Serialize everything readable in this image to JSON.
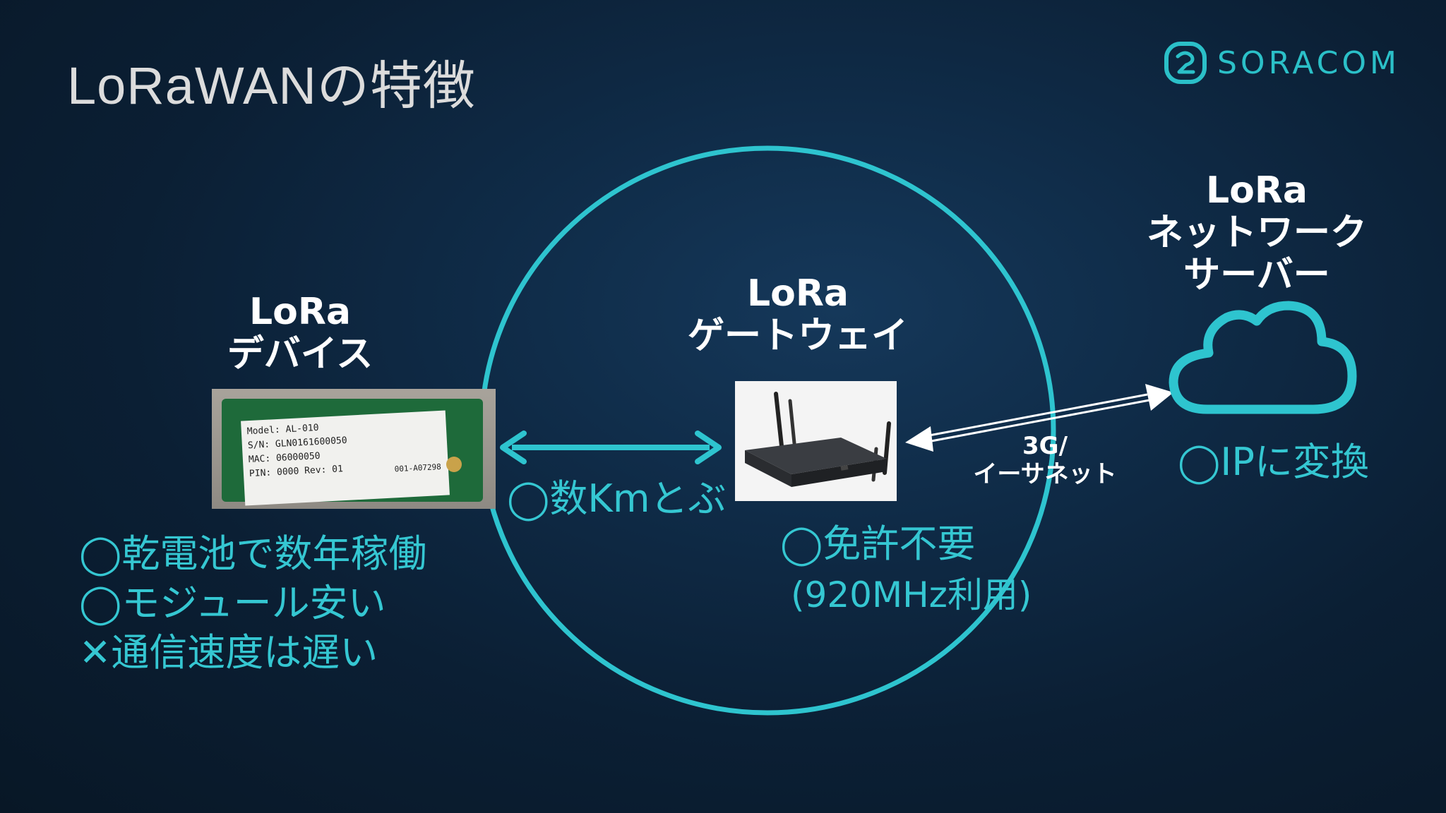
{
  "title": "LoRaWANの特徴",
  "logo": {
    "text": "SORACOM",
    "icon": "soracom-logo-icon"
  },
  "device": {
    "label_line1": "LoRa",
    "label_line2": "デバイス",
    "sticker": {
      "model": "Model: AL-010",
      "sn": "S/N: GLN0161600050",
      "mac": "MAC: 06000050",
      "pin": "PIN: 0000   Rev: 01",
      "cert": "001-A07298"
    },
    "features": [
      "◯乾電池で数年稼働",
      "◯モジュール安い",
      "✕通信速度は遅い"
    ]
  },
  "gateway": {
    "label_line1": "LoRa",
    "label_line2": "ゲートウェイ",
    "range_note": "◯数Kmとぶ",
    "license_note": "◯免許不要",
    "frequency_note": "(920MHz利用)"
  },
  "link": {
    "line1": "3G/",
    "line2": "イーサネット"
  },
  "server": {
    "label_line1": "LoRa",
    "label_line2": "ネットワーク",
    "label_line3": "サーバー",
    "feature": "◯IPに変換"
  },
  "colors": {
    "accent": "#35c7d2",
    "circle": "#2ec4cf",
    "text": "#ffffff",
    "title": "#dcdcdc"
  }
}
